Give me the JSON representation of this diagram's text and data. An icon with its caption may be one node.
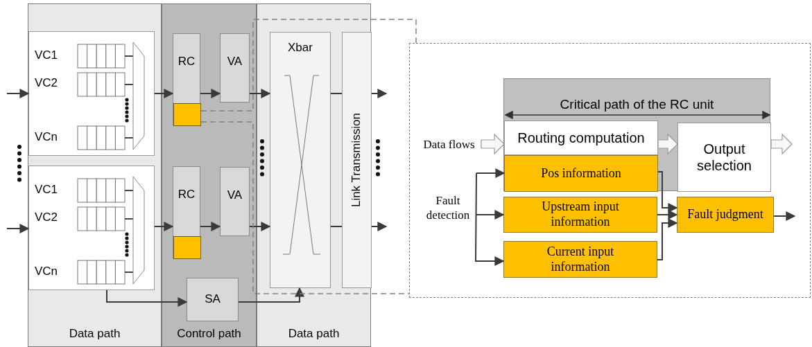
{
  "diagram": {
    "nodes": [
      {
        "text": [
          "Data path"
        ]
      },
      {
        "text": [
          "Control path"
        ]
      },
      {
        "text": [
          "Data path"
        ]
      },
      {
        "text": [],
        "shape": "box",
        "in": 0
      },
      {
        "text": [],
        "shape": "box",
        "in": 0
      },
      {
        "text": [
          "RC"
        ],
        "in": 1
      },
      {
        "text": [
          "VA"
        ],
        "in": 1
      },
      {
        "text": [
          "RC"
        ],
        "in": 1
      },
      {
        "text": [
          "VA"
        ],
        "in": 1
      },
      {
        "text": [
          "SA"
        ],
        "in": 1
      },
      {
        "text": [
          "Xbar"
        ],
        "in": 2
      },
      {
        "text": [
          "Link Transmission"
        ],
        "in": 2
      },
      {
        "text": [],
        "shape": "box",
        "in": 5
      },
      {
        "text": [],
        "shape": "box",
        "in": 7
      },
      {
        "text": [],
        "shape": "box"
      },
      {
        "text": [
          "Critical path of the RC unit"
        ],
        "in": 14
      },
      {
        "text": [
          "Routing computation"
        ],
        "in": 15
      },
      {
        "text": [
          "Pos information"
        ],
        "in": 15
      },
      {
        "text": [
          "Output selection"
        ],
        "in": 15
      },
      {
        "text": [
          "Upstream input information"
        ],
        "in": 14
      },
      {
        "text": [
          "Current input information"
        ],
        "in": 14
      },
      {
        "text": [
          "Fault judgment"
        ],
        "in": 14
      },
      {
        "text": [
          "Data flows"
        ],
        "in": 14
      },
      {
        "text": [
          "Fault detection"
        ],
        "in": 14
      }
    ],
    "edges": [
      {
        "from": null,
        "to": 3,
        "arrow": "to"
      },
      {
        "from": null,
        "to": 4,
        "arrow": "to"
      },
      {
        "from": 3,
        "to": 5,
        "arrow": "to"
      },
      {
        "from": 4,
        "to": 7,
        "arrow": "to"
      },
      {
        "from": 5,
        "to": 6,
        "arrow": "to"
      },
      {
        "from": 7,
        "to": 8,
        "arrow": "to"
      },
      {
        "from": 6,
        "to": 10,
        "arrow": "to"
      },
      {
        "from": 8,
        "to": 10,
        "arrow": "to"
      },
      {
        "from": 10,
        "to": 11,
        "arrow": "none"
      },
      {
        "from": 10,
        "to": 11,
        "arrow": "none"
      },
      {
        "from": 11,
        "to": null,
        "arrow": "to"
      },
      {
        "from": 11,
        "to": null,
        "arrow": "to"
      },
      {
        "from": 4,
        "to": 9,
        "arrow": "to"
      },
      {
        "from": 9,
        "to": 10,
        "arrow": "to"
      },
      {
        "from": 12,
        "to": 14,
        "arrow": "none",
        "style": "dashed",
        "color": "#808080"
      },
      {
        "from": 12,
        "to": 14,
        "arrow": "none",
        "style": "dashed",
        "color": "#808080"
      },
      {
        "from": 22,
        "to": 16,
        "arrow": "to",
        "style": "thick"
      },
      {
        "from": 16,
        "to": 18,
        "arrow": "to",
        "style": "thick"
      },
      {
        "from": 18,
        "to": null,
        "arrow": "to",
        "style": "thick"
      },
      {
        "from": 23,
        "to": 17,
        "arrow": "to"
      },
      {
        "from": 23,
        "to": 19,
        "arrow": "to"
      },
      {
        "from": 23,
        "to": 20,
        "arrow": "to"
      },
      {
        "from": 17,
        "to": 21,
        "arrow": "to"
      },
      {
        "from": 19,
        "to": 21,
        "arrow": "to"
      },
      {
        "from": 20,
        "to": 21,
        "arrow": "to"
      },
      {
        "from": 21,
        "to": null,
        "arrow": "to"
      }
    ],
    "labels": [
      "VC1",
      "VC2",
      "VCn",
      "VC1",
      "VC2",
      "VCn"
    ]
  }
}
